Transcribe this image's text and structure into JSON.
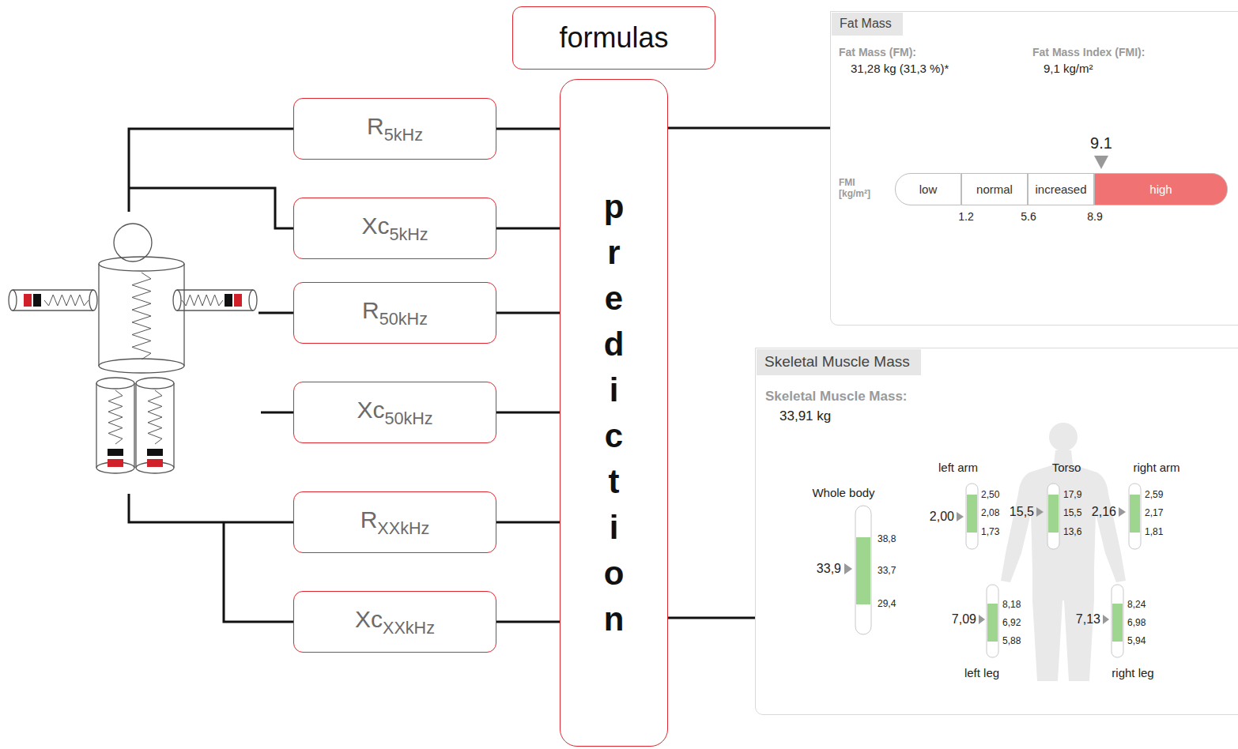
{
  "diagram": {
    "nodes": [
      {
        "text": [
          "formulas"
        ]
      },
      {
        "text": [
          "R5kHz"
        ]
      },
      {
        "text": [
          "Xc5kHz"
        ]
      },
      {
        "text": [
          "R50kHz"
        ]
      },
      {
        "text": [
          "Xc50kHz"
        ]
      },
      {
        "text": [
          "RXXkHz"
        ]
      },
      {
        "text": [
          "XcXXkHz"
        ]
      },
      {
        "text": [
          "prediction"
        ]
      },
      {
        "text": [
          "Fat Mass"
        ]
      },
      {
        "text": [
          "low"
        ],
        "in": 8
      },
      {
        "text": [
          "normal"
        ],
        "in": 8
      },
      {
        "text": [
          "increased"
        ],
        "in": 8
      },
      {
        "text": [
          "high"
        ],
        "in": 8
      },
      {
        "text": [
          "Skeletal Muscle Mass"
        ]
      }
    ],
    "edges": [
      {
        "from": 1,
        "to": 7,
        "arrow": "none"
      },
      {
        "from": 2,
        "to": 7,
        "arrow": "none"
      },
      {
        "from": 3,
        "to": 7,
        "arrow": "none"
      },
      {
        "from": 4,
        "to": 7,
        "arrow": "none"
      },
      {
        "from": 5,
        "to": 7,
        "arrow": "none"
      },
      {
        "from": 6,
        "to": 7,
        "arrow": "none"
      },
      {
        "from": 7,
        "to": 8,
        "arrow": "none"
      },
      {
        "from": 7,
        "to": 13,
        "arrow": "none"
      }
    ],
    "labels": [
      "Fat Mass (FM):",
      "31,28 kg (31,3 %)*",
      "Fat Mass Index (FMI):",
      "9,1 kg/m²",
      "9.1",
      "FMI [kg/m²]",
      "1.2",
      "5.6",
      "8.9",
      "Skeletal Muscle Mass:",
      "33,91 kg",
      "Whole body",
      "33,9",
      "38,8",
      "33,7",
      "29,4",
      "left arm",
      "2,00",
      "2,50",
      "2,08",
      "1,73",
      "Torso",
      "15,5",
      "17,9",
      "15,5",
      "13,6",
      "right arm",
      "2,16",
      "2,59",
      "2,17",
      "1,81",
      "left leg",
      "7,09",
      "8,18",
      "6,92",
      "5,88",
      "right leg",
      "7,13",
      "8,24",
      "6,98",
      "5,94"
    ]
  }
}
